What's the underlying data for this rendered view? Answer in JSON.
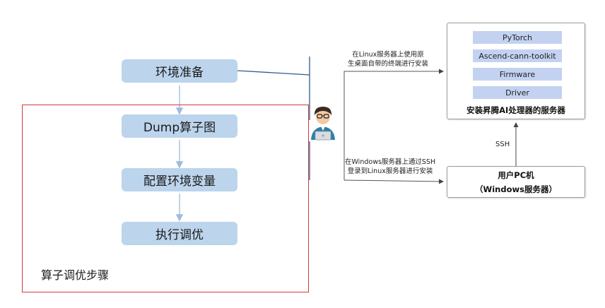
{
  "steps": {
    "items": [
      "环境准备",
      "Dump算子图",
      "配置环境变量",
      "执行调优"
    ],
    "caption": "算子调优步骤"
  },
  "server": {
    "stack": [
      "PyTorch",
      "Ascend-cann-toolkit",
      "Firmware",
      "Driver"
    ],
    "title": "安装昇腾AI处理器的服务器"
  },
  "pc": {
    "line1": "用户PC机",
    "line2": "（Windows服务器）"
  },
  "notes": {
    "linux_line1": "在Linux服务器上使用原",
    "linux_line2": "生桌面自带的终端进行安装",
    "windows_line1": "在Windows服务器上通过SSH",
    "windows_line2": "登录到Linux服务器进行安装",
    "ssh": "SSH"
  },
  "colors": {
    "step_fill": "#bcd4ec",
    "stack_fill": "#c3d2f1",
    "frame": "#d0393b",
    "line": "#2f5b8a",
    "arrow": "#9dbbe0"
  },
  "icons": {
    "user": "person-at-laptop-icon"
  }
}
